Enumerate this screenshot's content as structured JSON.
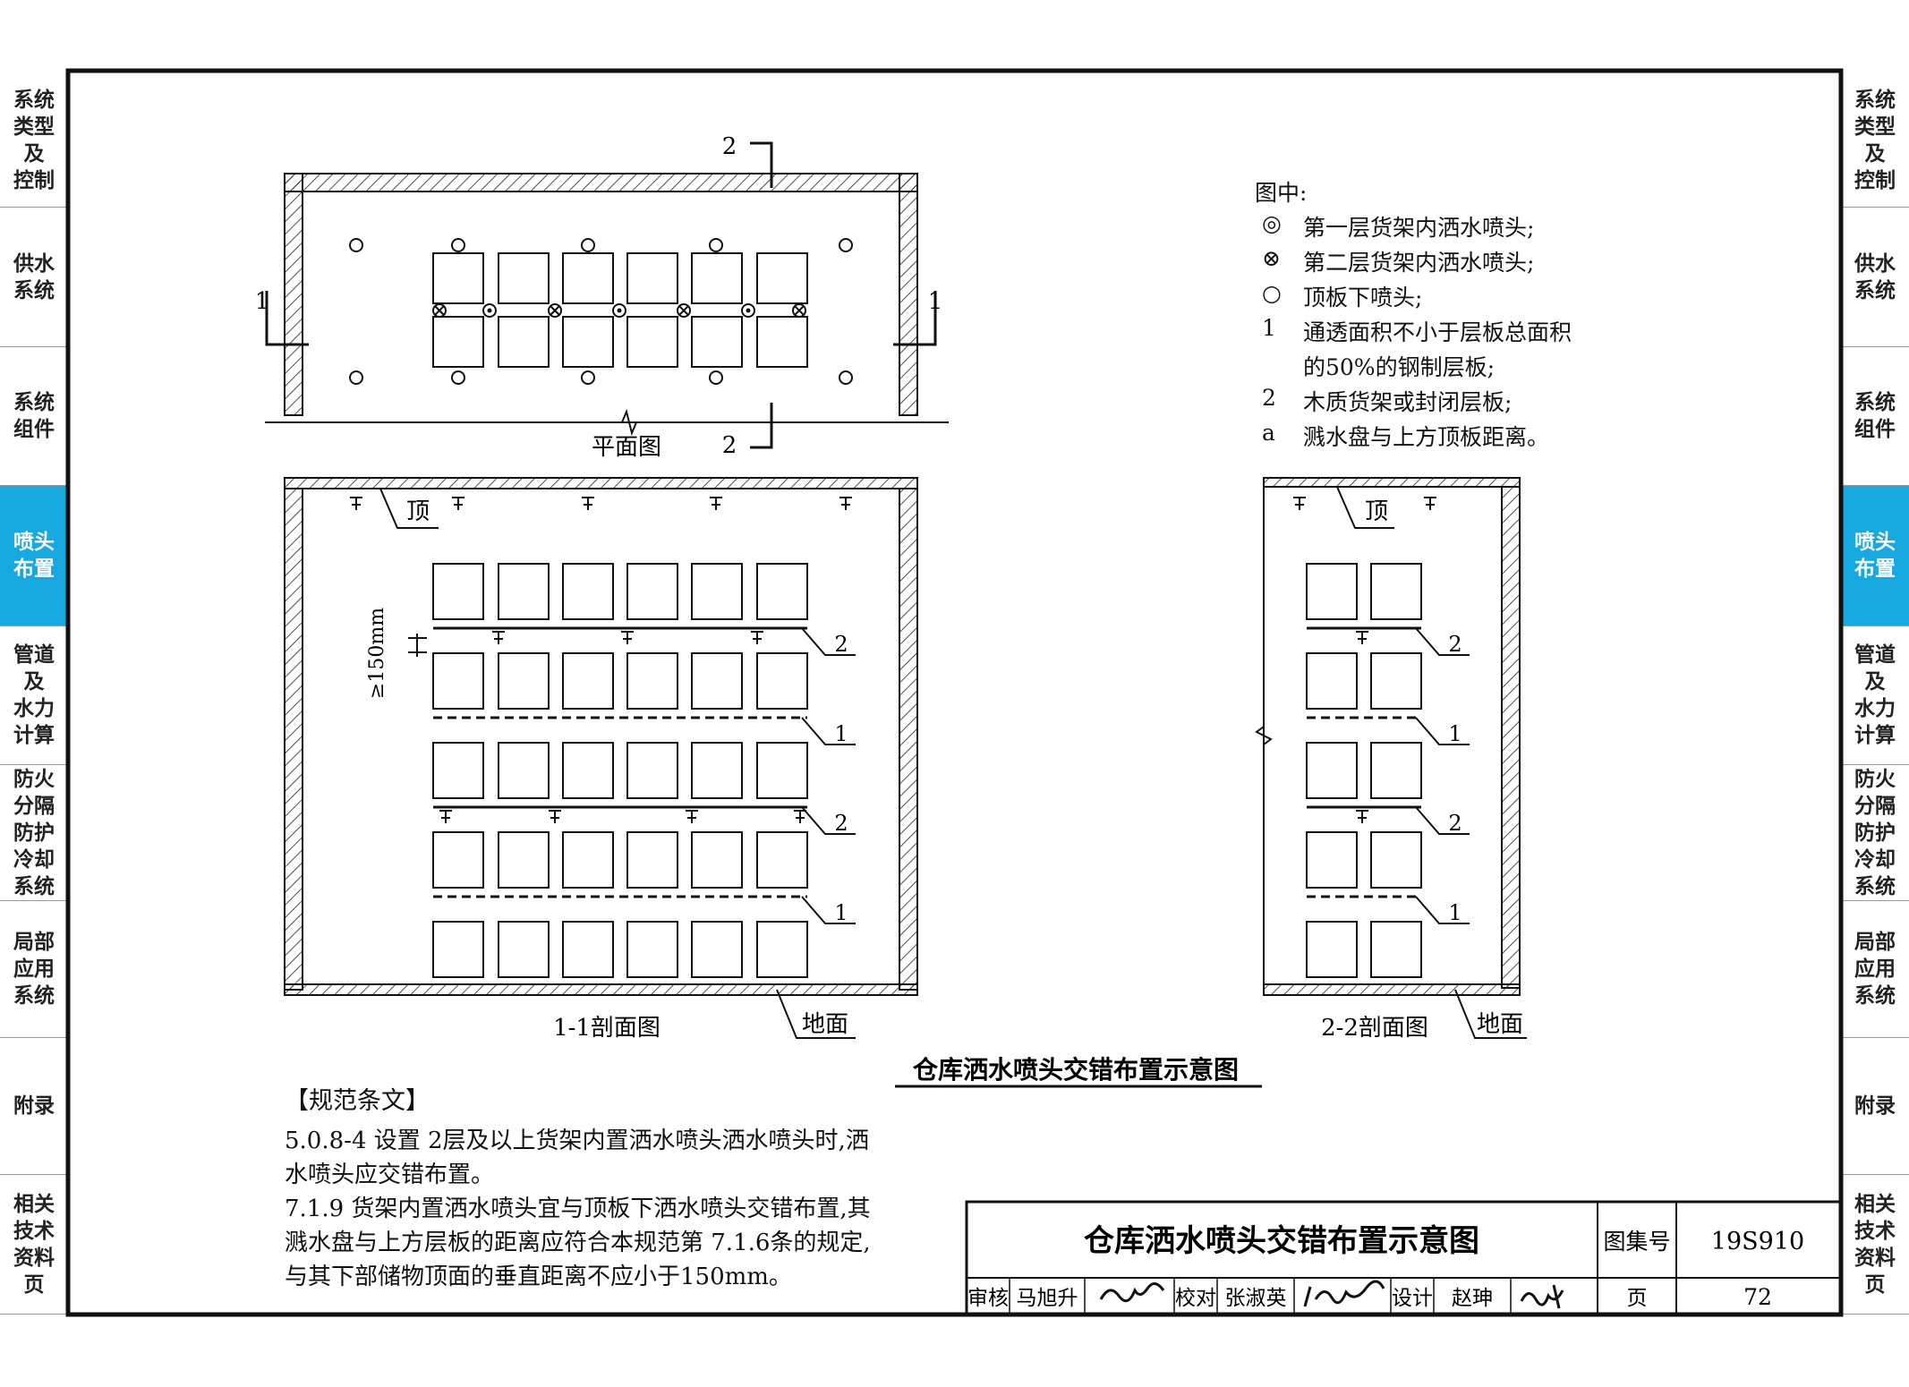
{
  "nav": {
    "tabs": [
      {
        "label": "系统\n类型\n及\n控制",
        "active": false
      },
      {
        "label": "供水\n系统",
        "active": false
      },
      {
        "label": "系统\n组件",
        "active": false
      },
      {
        "label": "喷头\n布置",
        "active": true
      },
      {
        "label": "管道\n及\n水力\n计算",
        "active": false
      },
      {
        "label": "防火\n分隔\n防护\n冷却\n系统",
        "active": false
      },
      {
        "label": "局部\n应用\n系统",
        "active": false
      },
      {
        "label": "附录",
        "active": false
      },
      {
        "label": "相关\n技术\n资料\n页",
        "active": false
      }
    ]
  },
  "drawing": {
    "plan_title": "平面图",
    "section1_title": "1-1剖面图",
    "section2_title": "2-2剖面图",
    "top_label": "顶",
    "ground_label": "地面",
    "clearance_label": "≥150mm",
    "mark_1": "1",
    "mark_2": "2",
    "diagram_title": "仓库洒水喷头交错布置示意图"
  },
  "legend": {
    "heading": "图中:",
    "items": [
      {
        "symbol": "◎",
        "text": "第一层货架内洒水喷头;"
      },
      {
        "symbol": "⊗",
        "text": "第二层货架内洒水喷头;"
      },
      {
        "symbol": "○",
        "text": "顶板下喷头;"
      },
      {
        "symbol": "1",
        "text": "通透面积不小于层板总面积"
      },
      {
        "symbol": "",
        "text": "的50%的钢制层板;"
      },
      {
        "symbol": "2",
        "text": "木质货架或封闭层板;"
      },
      {
        "symbol": "a",
        "text": "溅水盘与上方顶板距离。"
      }
    ]
  },
  "spec": {
    "heading": "【规范条文】",
    "lines": [
      "5.0.8-4 设置 2层及以上货架内置洒水喷头洒水喷头时,洒",
      "水喷头应交错布置。",
      "7.1.9 货架内置洒水喷头宜与顶板下洒水喷头交错布置,其",
      "溅水盘与上方层板的距离应符合本规范第 7.1.6条的规定,",
      "与其下部储物顶面的垂直距离不应小于150mm。"
    ]
  },
  "title_block": {
    "title": "仓库洒水喷头交错布置示意图",
    "atlas_label": "图集号",
    "atlas_no": "19S910",
    "review_label": "审核",
    "reviewer": "马旭升",
    "check_label": "校对",
    "checker": "张淑英",
    "design_label": "设计",
    "designer": "赵珅",
    "page_label": "页",
    "page_no": "72"
  },
  "colors": {
    "active_tab": "#17a8e0",
    "line": "#111111"
  }
}
